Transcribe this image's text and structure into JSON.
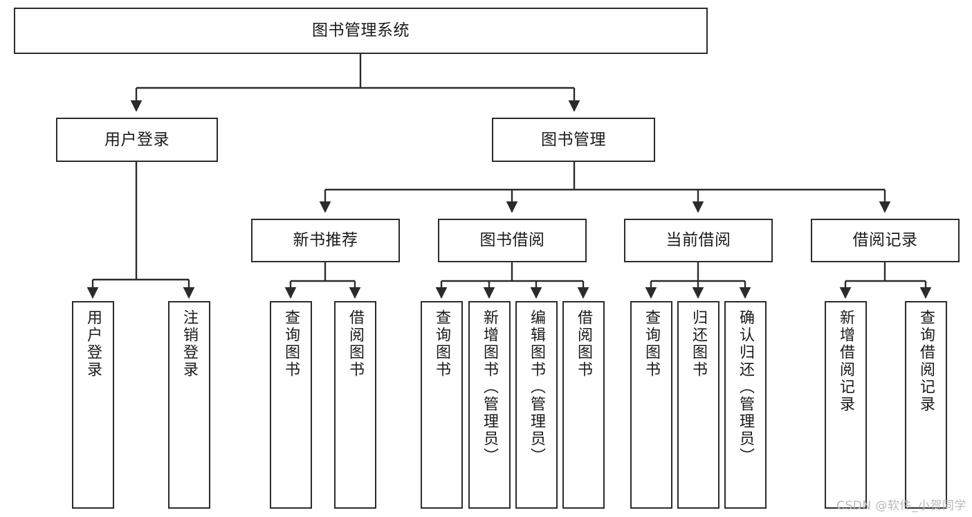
{
  "diagram": {
    "type": "tree",
    "title": "图书管理系统",
    "orientation": "top-down",
    "colors": {
      "box_border": "#2b2b2b",
      "box_fill": "#ffffff",
      "connector": "#2b2b2b",
      "text": "#1a1a1a",
      "watermark": "#b9b9b9",
      "background": "#ffffff"
    }
  },
  "watermark": {
    "text": "CSDN @软件_小贺同学"
  },
  "nodes": {
    "root": {
      "label": "图书管理系统"
    },
    "level2": [
      {
        "label": "用户登录"
      },
      {
        "label": "图书管理"
      }
    ],
    "level3": [
      {
        "label": "新书推荐"
      },
      {
        "label": "图书借阅"
      },
      {
        "label": "当前借阅"
      },
      {
        "label": "借阅记录"
      }
    ],
    "leaves": {
      "user_login": [
        {
          "label": "用户登录"
        },
        {
          "label": "注销登录"
        }
      ],
      "new_book_recommend": [
        {
          "label": "查询图书"
        },
        {
          "label": "借阅图书"
        }
      ],
      "book_borrow": [
        {
          "label": "查询图书"
        },
        {
          "label": "新增图书（管理员）"
        },
        {
          "label": "编辑图书（管理员）"
        },
        {
          "label": "借阅图书"
        }
      ],
      "current_borrow": [
        {
          "label": "查询图书"
        },
        {
          "label": "归还图书"
        },
        {
          "label": "确认归还（管理员）"
        }
      ],
      "borrow_record": [
        {
          "label": "新增借阅记录"
        },
        {
          "label": "查询借阅记录"
        }
      ]
    }
  }
}
